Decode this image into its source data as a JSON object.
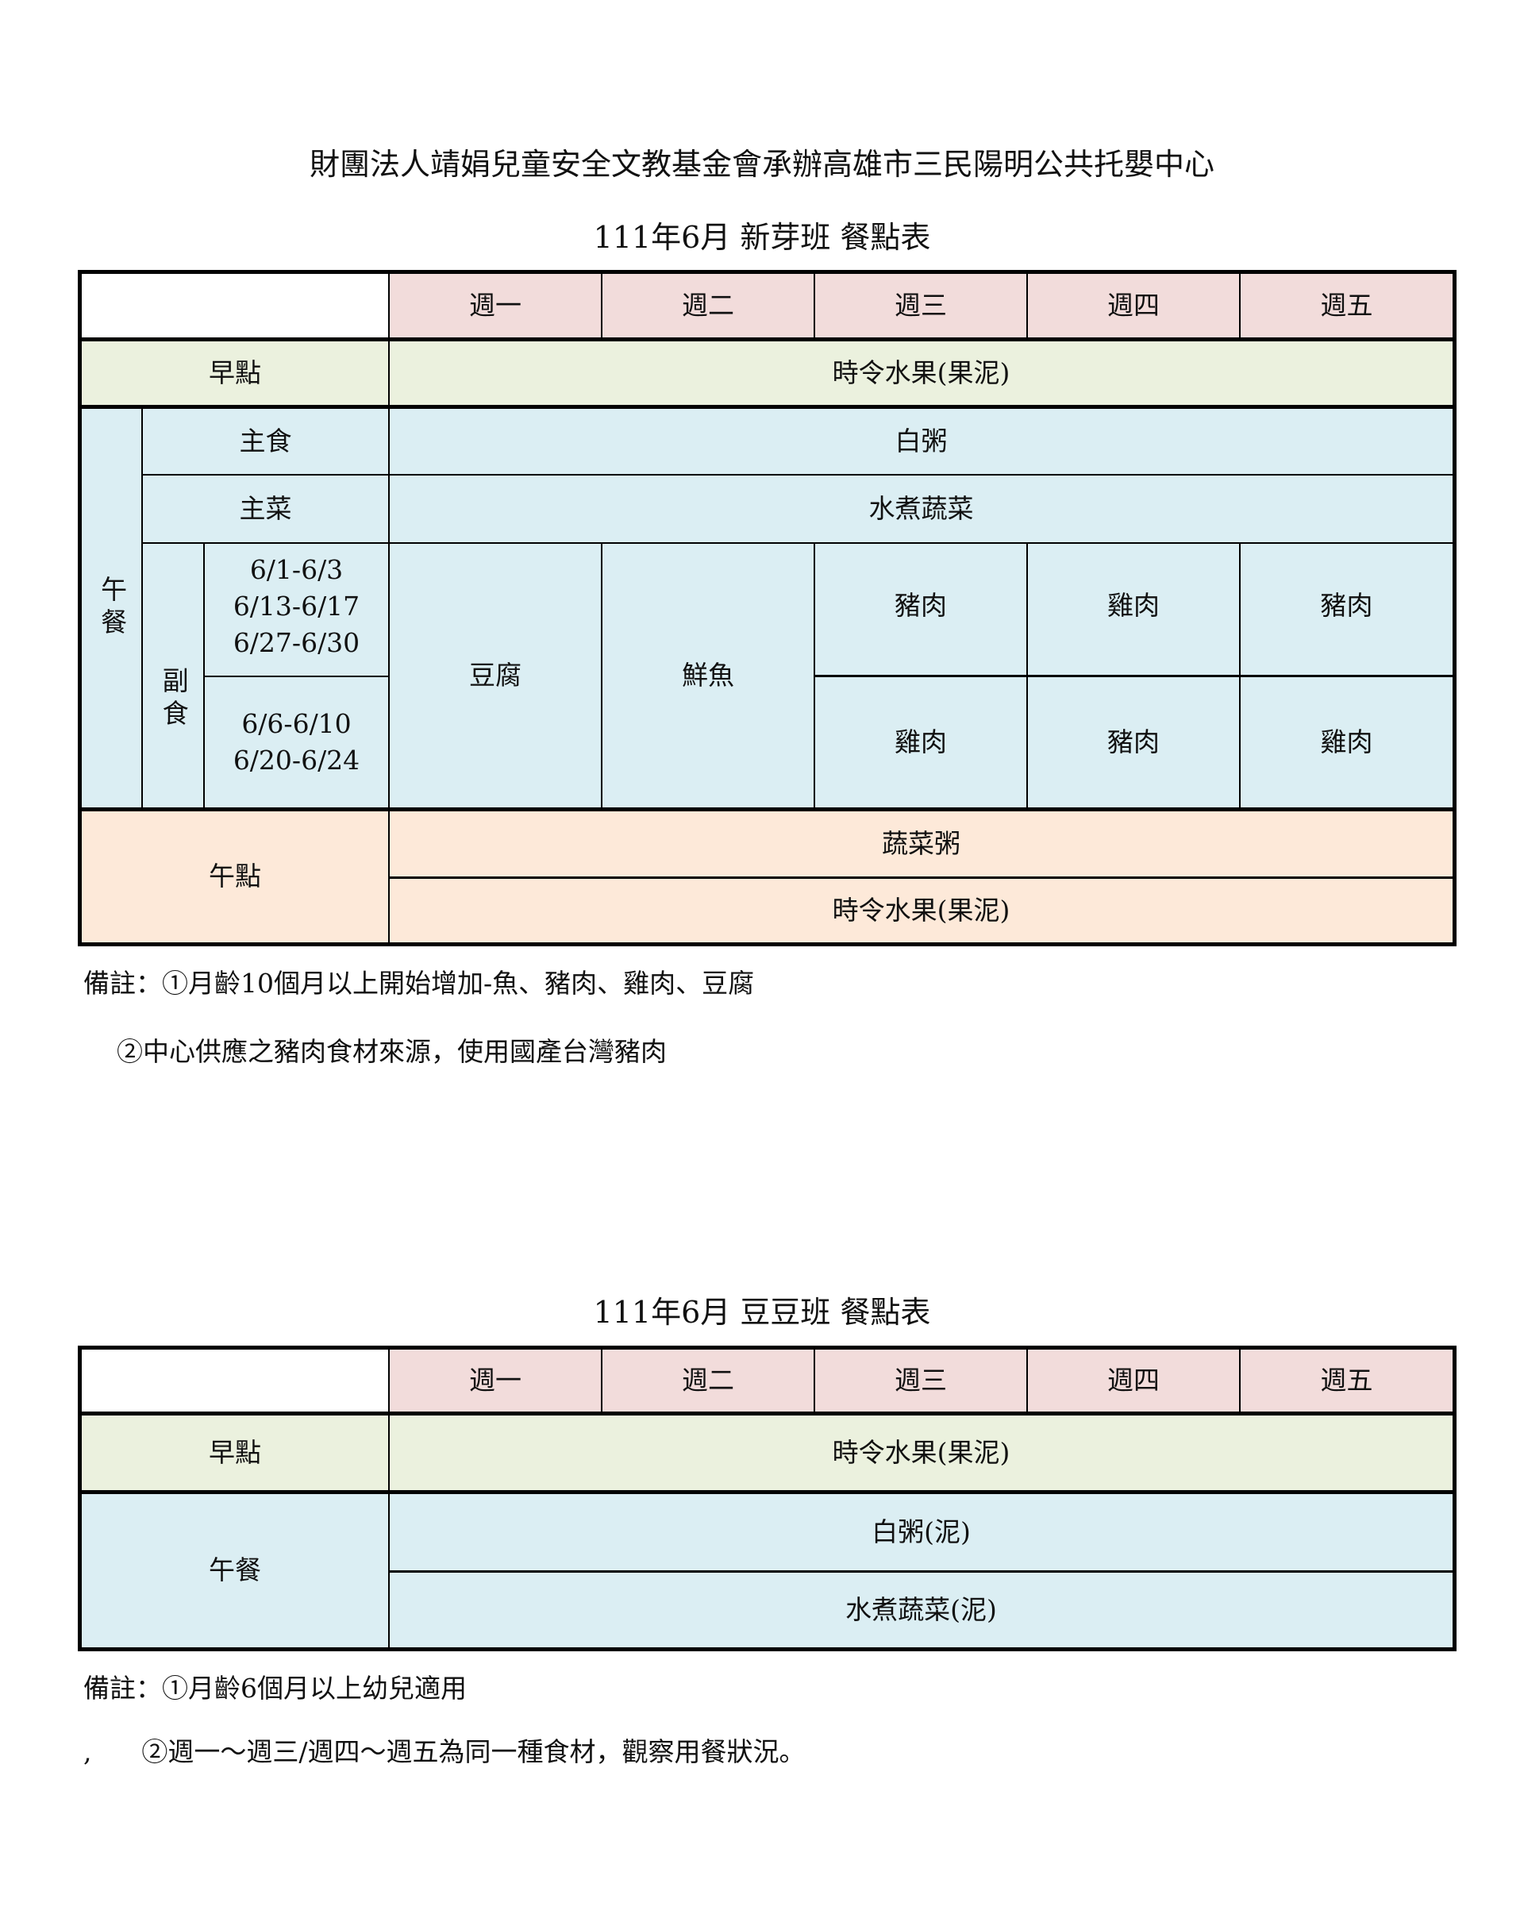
{
  "org_title": "財團法人靖娟兒童安全文教基金會承辦高雄市三民陽明公共托嬰中心",
  "table1": {
    "title": "111年6月  新芽班  餐點表",
    "days": [
      "週一",
      "週二",
      "週三",
      "週四",
      "週五"
    ],
    "breakfast": {
      "label": "早點",
      "value": "時令水果(果泥)"
    },
    "lunch": {
      "label": "午餐",
      "staple": {
        "label": "主食",
        "value": "白粥"
      },
      "main_dish": {
        "label": "主菜",
        "value": "水煮蔬菜"
      },
      "side_dish": {
        "label": "副食",
        "periods": [
          {
            "dates": [
              "6/1-6/3",
              "6/13-6/17",
              "6/27-6/30"
            ],
            "wed": "豬肉",
            "thu": "雞肉",
            "fri": "豬肉"
          },
          {
            "dates": [
              "6/6-6/10",
              "6/20-6/24"
            ],
            "wed": "雞肉",
            "thu": "豬肉",
            "fri": "雞肉"
          }
        ],
        "mon": "豆腐",
        "tue": "鮮魚"
      }
    },
    "afternoon": {
      "label": "午點",
      "items": [
        "蔬菜粥",
        "時令水果(果泥)"
      ]
    },
    "notes": [
      "備註：①月齡10個月以上開始增加-魚、豬肉、雞肉、豆腐",
      "    ②中心供應之豬肉食材來源，使用國產台灣豬肉"
    ]
  },
  "table2": {
    "title": "111年6月  豆豆班  餐點表",
    "days": [
      "週一",
      "週二",
      "週三",
      "週四",
      "週五"
    ],
    "breakfast": {
      "label": "早點",
      "value": "時令水果(果泥)"
    },
    "lunch": {
      "label": "午餐",
      "items": [
        "白粥(泥)",
        "水煮蔬菜(泥)"
      ]
    },
    "notes": [
      "備註：①月齡6個月以上幼兒適用",
      ",      ②週一～週三/週四～週五為同一種食材，觀察用餐狀況。"
    ]
  },
  "colors": {
    "header": "#f2dcdb",
    "breakfast": "#ebf1de",
    "lunch": "#dbeef3",
    "afternoon": "#fde9d9"
  }
}
